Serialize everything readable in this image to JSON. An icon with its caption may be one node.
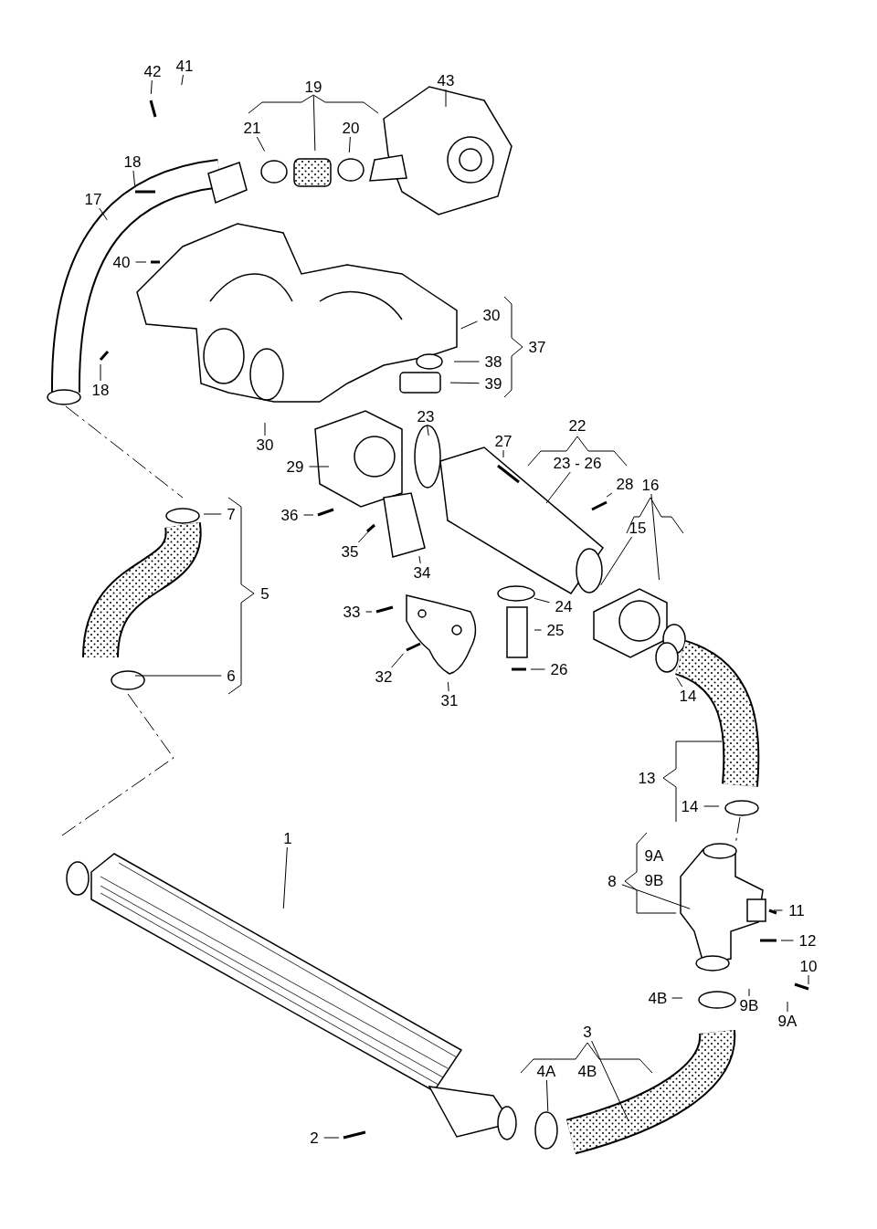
{
  "diagram": {
    "nodes": [
      {
        "text": [
          "42"
        ]
      },
      {
        "text": [
          "41"
        ]
      },
      {
        "text": [
          "19"
        ]
      },
      {
        "text": [
          "43"
        ]
      },
      {
        "text": [
          "21"
        ]
      },
      {
        "text": [
          "20"
        ]
      },
      {
        "text": [
          "18"
        ]
      },
      {
        "text": [
          "17"
        ]
      },
      {
        "text": [
          "40"
        ]
      },
      {
        "text": [
          "30"
        ]
      },
      {
        "text": [
          "37"
        ]
      },
      {
        "text": [
          "38"
        ]
      },
      {
        "text": [
          "18"
        ]
      },
      {
        "text": [
          "39"
        ]
      },
      {
        "text": [
          "23"
        ]
      },
      {
        "text": [
          "22"
        ]
      },
      {
        "text": [
          "30"
        ]
      },
      {
        "text": [
          "27"
        ]
      },
      {
        "text": [
          "23 - 26"
        ]
      },
      {
        "text": [
          "29"
        ]
      },
      {
        "text": [
          "16"
        ]
      },
      {
        "text": [
          "28"
        ]
      },
      {
        "text": [
          "7"
        ]
      },
      {
        "text": [
          "36"
        ]
      },
      {
        "text": [
          "15"
        ]
      },
      {
        "text": [
          "35"
        ]
      },
      {
        "text": [
          "34"
        ]
      },
      {
        "text": [
          "5"
        ]
      },
      {
        "text": [
          "24"
        ]
      },
      {
        "text": [
          "33"
        ]
      },
      {
        "text": [
          "25"
        ]
      },
      {
        "text": [
          "26"
        ]
      },
      {
        "text": [
          "6"
        ]
      },
      {
        "text": [
          "32"
        ]
      },
      {
        "text": [
          "14"
        ]
      },
      {
        "text": [
          "31"
        ]
      },
      {
        "text": [
          "13"
        ]
      },
      {
        "text": [
          "14"
        ]
      },
      {
        "text": [
          "1"
        ]
      },
      {
        "text": [
          "9A"
        ]
      },
      {
        "text": [
          "8"
        ]
      },
      {
        "text": [
          "9B"
        ]
      },
      {
        "text": [
          "11"
        ]
      },
      {
        "text": [
          "12"
        ]
      },
      {
        "text": [
          "10"
        ]
      },
      {
        "text": [
          "4B"
        ]
      },
      {
        "text": [
          "9B"
        ]
      },
      {
        "text": [
          "9A"
        ]
      },
      {
        "text": [
          "3"
        ]
      },
      {
        "text": [
          "4A"
        ]
      },
      {
        "text": [
          "4B"
        ]
      },
      {
        "text": [
          "2"
        ]
      }
    ],
    "edges": [
      {
        "from": 0,
        "to": null,
        "arrow": "none"
      },
      {
        "from": 1,
        "to": null,
        "arrow": "none"
      },
      {
        "from": 2,
        "to": null,
        "arrow": "none"
      },
      {
        "from": 3,
        "to": null,
        "arrow": "none"
      },
      {
        "from": 4,
        "to": null,
        "arrow": "none"
      },
      {
        "from": 5,
        "to": null,
        "arrow": "none"
      },
      {
        "from": 6,
        "to": null,
        "arrow": "none"
      },
      {
        "from": 7,
        "to": null,
        "arrow": "none"
      },
      {
        "from": 8,
        "to": null,
        "arrow": "none"
      },
      {
        "from": 9,
        "to": null,
        "arrow": "none"
      },
      {
        "from": 11,
        "to": null,
        "arrow": "none"
      },
      {
        "from": 12,
        "to": null,
        "arrow": "none"
      },
      {
        "from": 13,
        "to": null,
        "arrow": "none"
      },
      {
        "from": 14,
        "to": null,
        "arrow": "none"
      },
      {
        "from": 16,
        "to": null,
        "arrow": "none"
      },
      {
        "from": 17,
        "to": null,
        "arrow": "none"
      },
      {
        "from": 18,
        "to": null,
        "arrow": "none"
      },
      {
        "from": 19,
        "to": null,
        "arrow": "none"
      },
      {
        "from": 20,
        "to": null,
        "arrow": "none"
      },
      {
        "from": 21,
        "to": null,
        "arrow": "none"
      },
      {
        "from": 22,
        "to": null,
        "arrow": "none"
      },
      {
        "from": 23,
        "to": null,
        "arrow": "none"
      },
      {
        "from": 24,
        "to": null,
        "arrow": "none"
      },
      {
        "from": 25,
        "to": null,
        "arrow": "none"
      },
      {
        "from": 26,
        "to": null,
        "arrow": "none"
      },
      {
        "from": 28,
        "to": null,
        "arrow": "none"
      },
      {
        "from": 29,
        "to": null,
        "arrow": "none"
      },
      {
        "from": 30,
        "to": null,
        "arrow": "none"
      },
      {
        "from": 31,
        "to": null,
        "arrow": "none"
      },
      {
        "from": 32,
        "to": null,
        "arrow": "none"
      },
      {
        "from": 33,
        "to": null,
        "arrow": "none"
      },
      {
        "from": 34,
        "to": null,
        "arrow": "none"
      },
      {
        "from": 35,
        "to": null,
        "arrow": "none"
      },
      {
        "from": 37,
        "to": null,
        "arrow": "none"
      },
      {
        "from": 38,
        "to": null,
        "arrow": "none"
      },
      {
        "from": 40,
        "to": null,
        "arrow": "none"
      },
      {
        "from": 42,
        "to": null,
        "arrow": "none"
      },
      {
        "from": 43,
        "to": null,
        "arrow": "none"
      },
      {
        "from": 44,
        "to": null,
        "arrow": "none"
      },
      {
        "from": 45,
        "to": null,
        "arrow": "none"
      },
      {
        "from": 46,
        "to": null,
        "arrow": "none"
      },
      {
        "from": 47,
        "to": null,
        "arrow": "none"
      },
      {
        "from": 48,
        "to": null,
        "arrow": "none"
      },
      {
        "from": 49,
        "to": null,
        "arrow": "none"
      },
      {
        "from": 51,
        "to": null,
        "arrow": "none"
      }
    ]
  }
}
